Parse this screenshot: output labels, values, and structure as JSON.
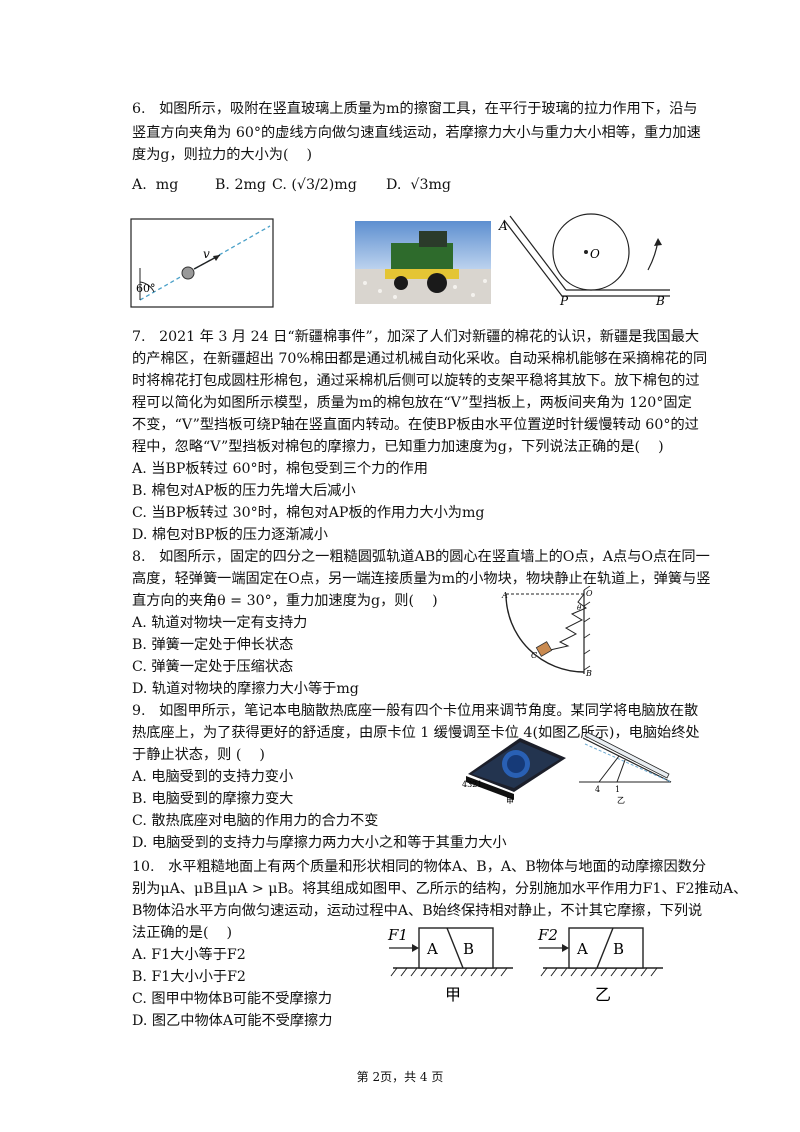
{
  "q6": {
    "lines": [
      "6.   如图所示，吸附在竖直玻璃上质量为m的擦窗工具，在平行于玻璃的拉力作用下，沿与",
      "竖直方向夹角为 60°的虚线方向做匀速直线运动，若摩擦力大小与重力大小相等，重力加速",
      "度为g，则拉力的大小为(    )"
    ],
    "options": [
      "A.  mg",
      "B. 2mg",
      "C. (√3/2)mg",
      "D.  √3mg"
    ],
    "figure": {
      "angle_label": "60°",
      "velocity_label": "v"
    }
  },
  "q7": {
    "lines": [
      "7.   2021 年 3 月 24 日“新疆棉事件”，加深了人们对新疆的棉花的认识，新疆是我国最大",
      "的产棉区，在新疆超出 70%棉田都是通过机械自动化采收。自动采棉机能够在采摘棉花的同",
      "时将棉花打包成圆柱形棉包，通过采棉机后侧可以旋转的支架平稳将其放下。放下棉包的过",
      "程可以简化为如图所示模型，质量为m的棉包放在“V”型挡板上，两板间夹角为 120°固定",
      "不变，“V”型挡板可绕P轴在竖直面内转动。在使BP板由水平位置逆时针缓慢转动 60°的过",
      "程中，忽略“V”型挡板对棉包的摩擦力，已知重力加速度为g，下列说法正确的是(    )"
    ],
    "options": [
      "A. 当BP板转过 60°时，棉包受到三个力的作用",
      "B. 棉包对AP板的压力先增大后减小",
      "C. 当BP板转过 30°时，棉包对AP板的作用力大小为mg",
      "D. 棉包对BP板的压力逐渐减小"
    ],
    "figure": {
      "A": "A",
      "O": "O",
      "P": "P",
      "B": "B"
    }
  },
  "q8": {
    "lines": [
      "8.   如图所示，固定的四分之一粗糙圆弧轨道AB的圆心在竖直墙上的O点，A点与O点在同一",
      "高度，轻弹簧一端固定在O点，另一端连接质量为m的小物块，物块静止在轨道上，弹簧与竖",
      "直方向的夹角θ = 30°，重力加速度为g，则(    )"
    ],
    "options": [
      "A. 轨道对物块一定有支持力",
      "B. 弹簧一定处于伸长状态",
      "C. 弹簧一定处于压缩状态",
      "D. 轨道对物块的摩擦力大小等于mg"
    ],
    "figure": {
      "A": "A",
      "O": "O",
      "theta": "θ",
      "C": "C",
      "B": "B"
    }
  },
  "q9": {
    "lines": [
      "9.   如图甲所示，笔记本电脑散热底座一般有四个卡位用来调节角度。某同学将电脑放在散",
      "热底座上，为了获得更好的舒适度，由原卡位 1 缓慢调至卡位 4(如图乙所示)，电脑始终处",
      "于静止状态，则 (    )"
    ],
    "options": [
      "A. 电脑受到的支持力变小",
      "B. 电脑受到的摩擦力变大",
      "C. 散热底座对电脑的作用力的合力不变",
      "D. 电脑受到的支持力与摩擦力两力大小之和等于其重力大小"
    ],
    "figure": {
      "slots": "4321",
      "label_jia": "甲",
      "label_yi": "乙",
      "slot4": "4",
      "slot1": "1"
    }
  },
  "q10": {
    "lines": [
      "10.   水平粗糙地面上有两个质量和形状相同的物体A、B，A、B物体与地面的动摩擦因数分",
      "别为μA、μB且μA > μB。将其组成如图甲、乙所示的结构，分别施加水平作用力F1、F2推动A、",
      "B物体沿水平方向做匀速运动，运动过程中A、B始终保持相对静止，不计其它摩擦，下列说",
      "法正确的是(    )"
    ],
    "options": [
      "A. F1大小等于F2",
      "B. F1大小小于F2",
      "C. 图甲中物体B可能不受摩擦力",
      "D. 图乙中物体A可能不受摩擦力"
    ],
    "figure": {
      "F1": "F1",
      "F2": "F2",
      "A": "A",
      "B": "B",
      "jia": "甲",
      "yi": "乙"
    }
  },
  "footer": "第 2页，共 4 页"
}
